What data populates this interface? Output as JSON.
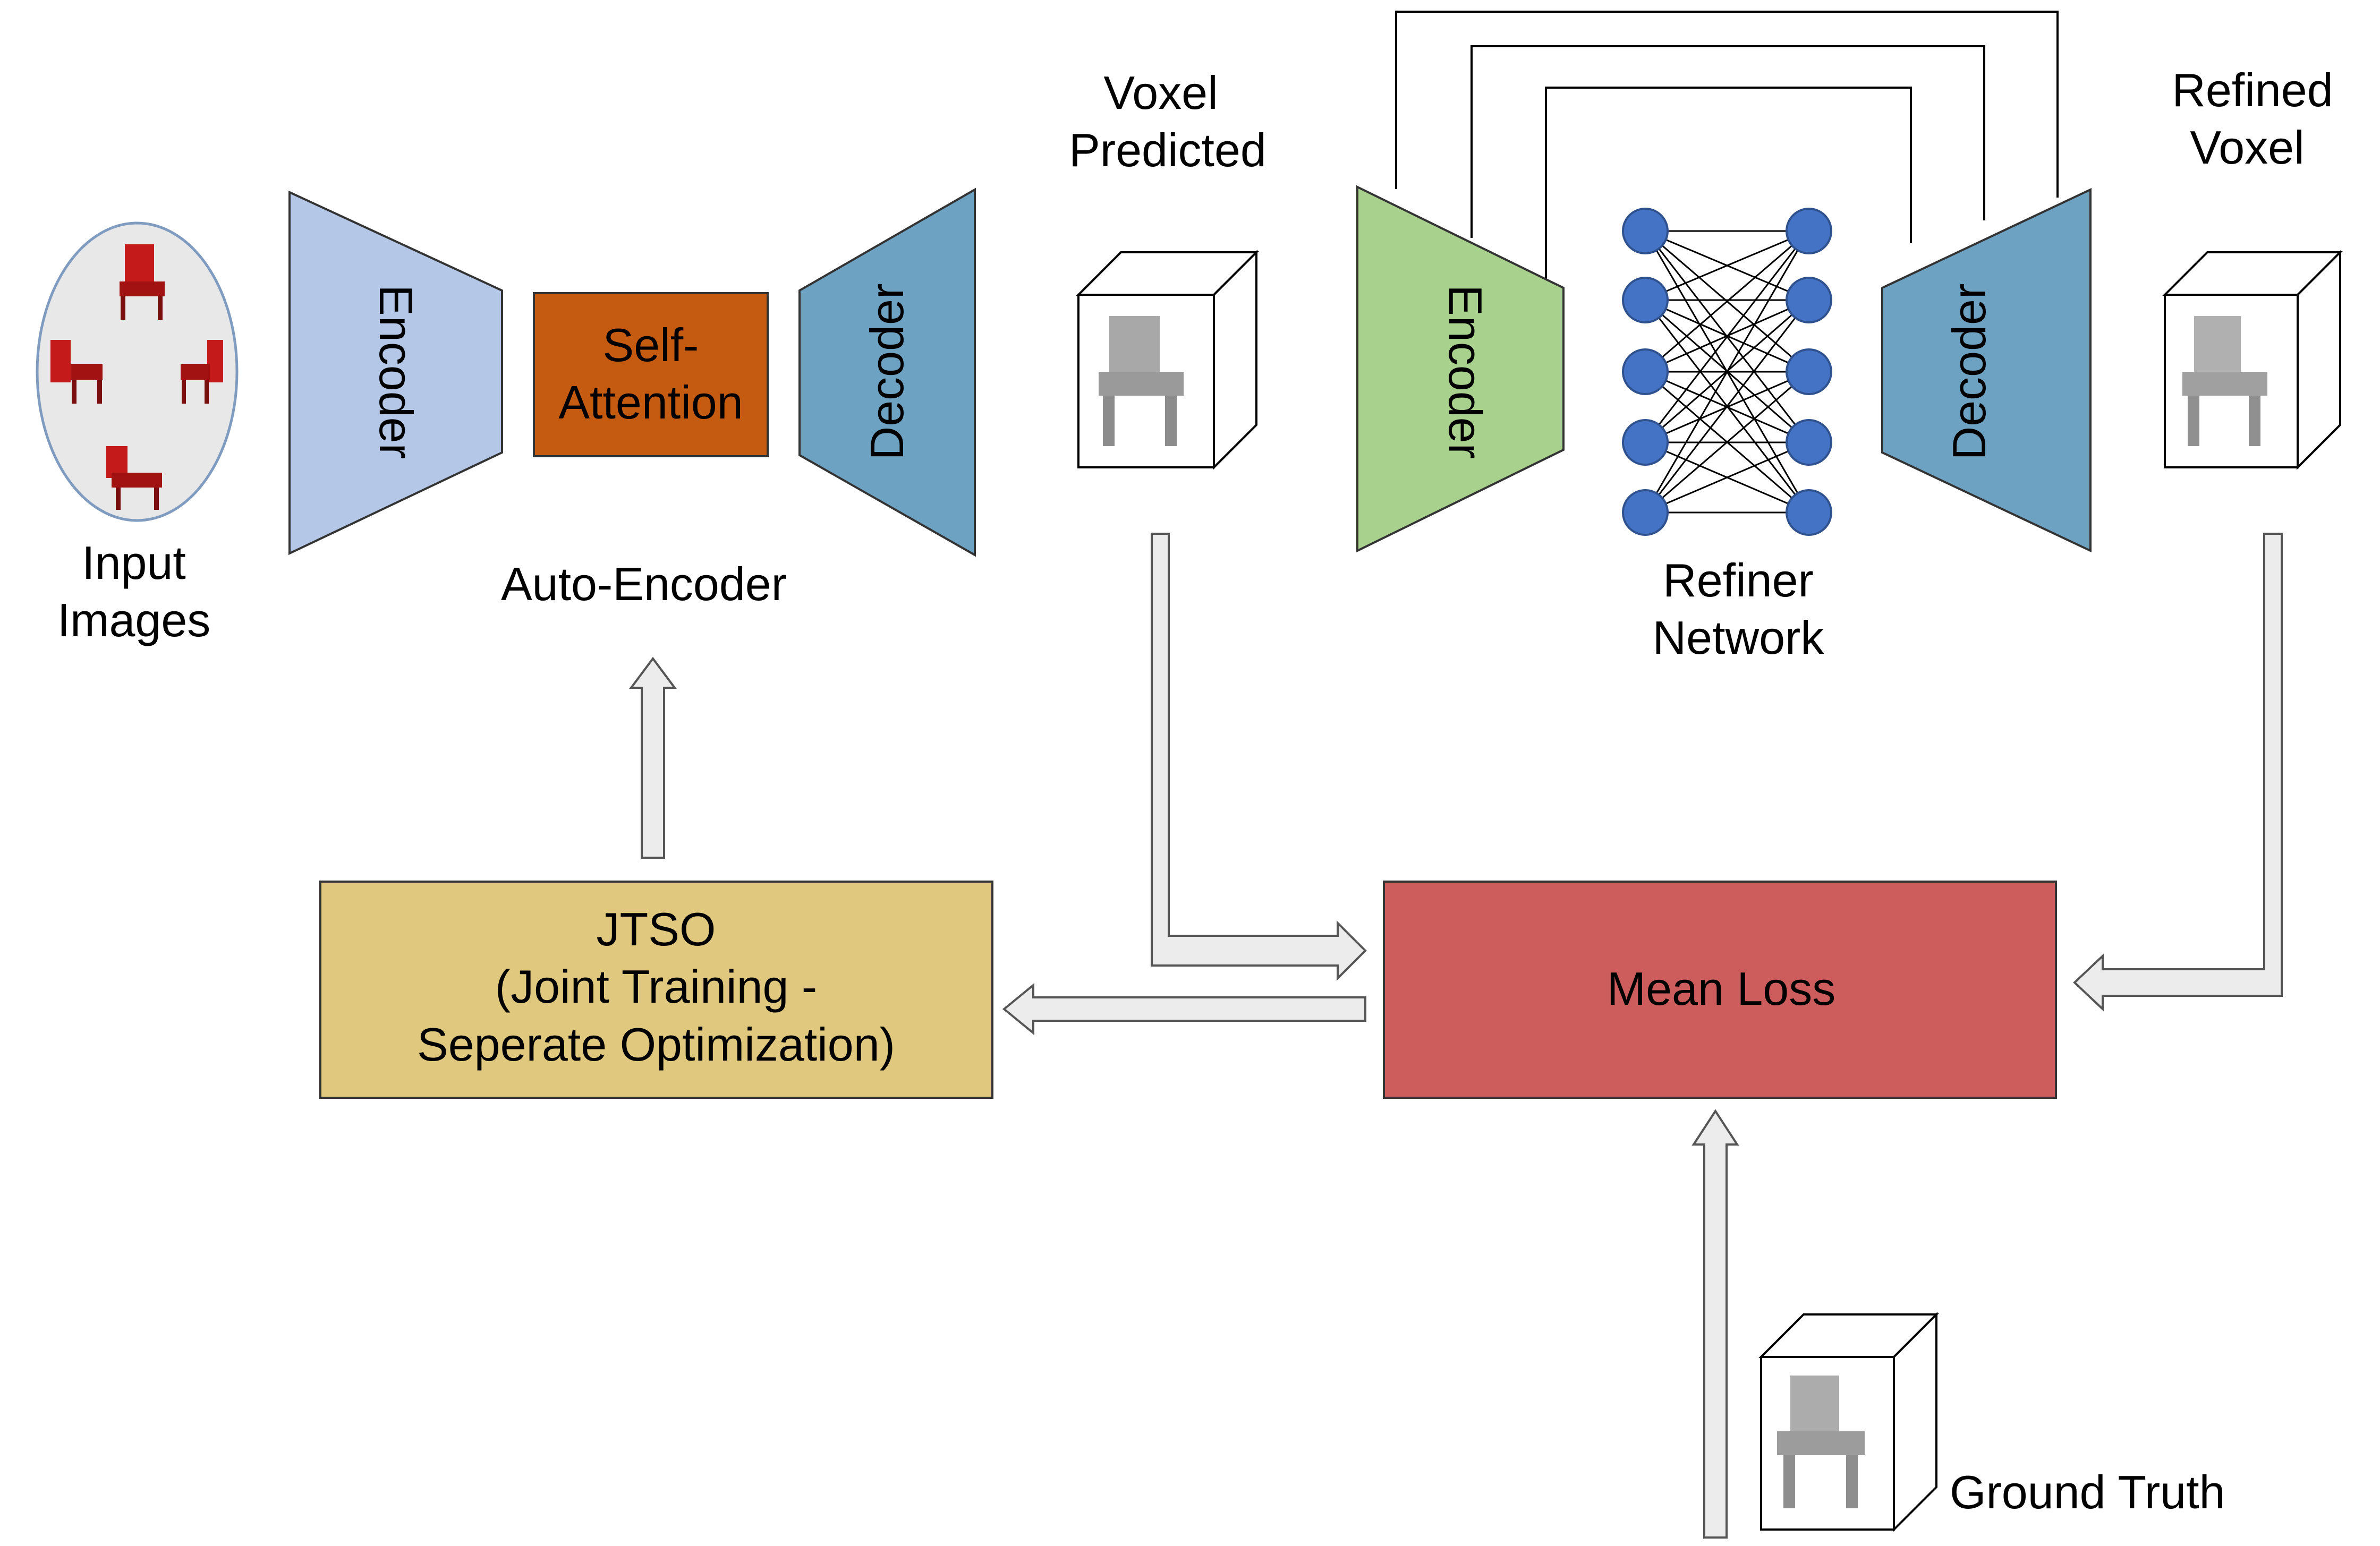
{
  "labels": {
    "input_line1": "Input",
    "input_line2": "Images",
    "encoder1": "Encoder",
    "self_attention_line1": "Self-",
    "self_attention_line2": "Attention",
    "decoder1": "Decoder",
    "auto_encoder": "Auto-Encoder",
    "voxel_pred_line1": "Voxel",
    "voxel_pred_line2": "Predicted",
    "encoder2": "Encoder",
    "decoder2": "Decoder",
    "refiner_line1": "Refiner",
    "refiner_line2": "Network",
    "refined_line1": "Refined",
    "refined_line2": "Voxel",
    "jtso_line1": "JTSO",
    "jtso_line2": "(Joint Training -",
    "jtso_line3": "Seperate Optimization)",
    "mean_loss": "Mean Loss",
    "ground_truth": "Ground Truth"
  },
  "colors": {
    "encoder1": "#b4c7e7",
    "self_attention": "#c55a11",
    "decoder": "#6ea2c3",
    "encoder2": "#a9d18e",
    "neuron": "#4472c4",
    "jtso": "#e0c97f",
    "mean_loss": "#cd5c5c",
    "arrow_fill": "#ececec",
    "ellipse_fill": "#e8e8e8",
    "ellipse_stroke": "#7f9cc0",
    "chair_red": "#c41a1a",
    "voxel_gray": "#a0a0a0"
  }
}
